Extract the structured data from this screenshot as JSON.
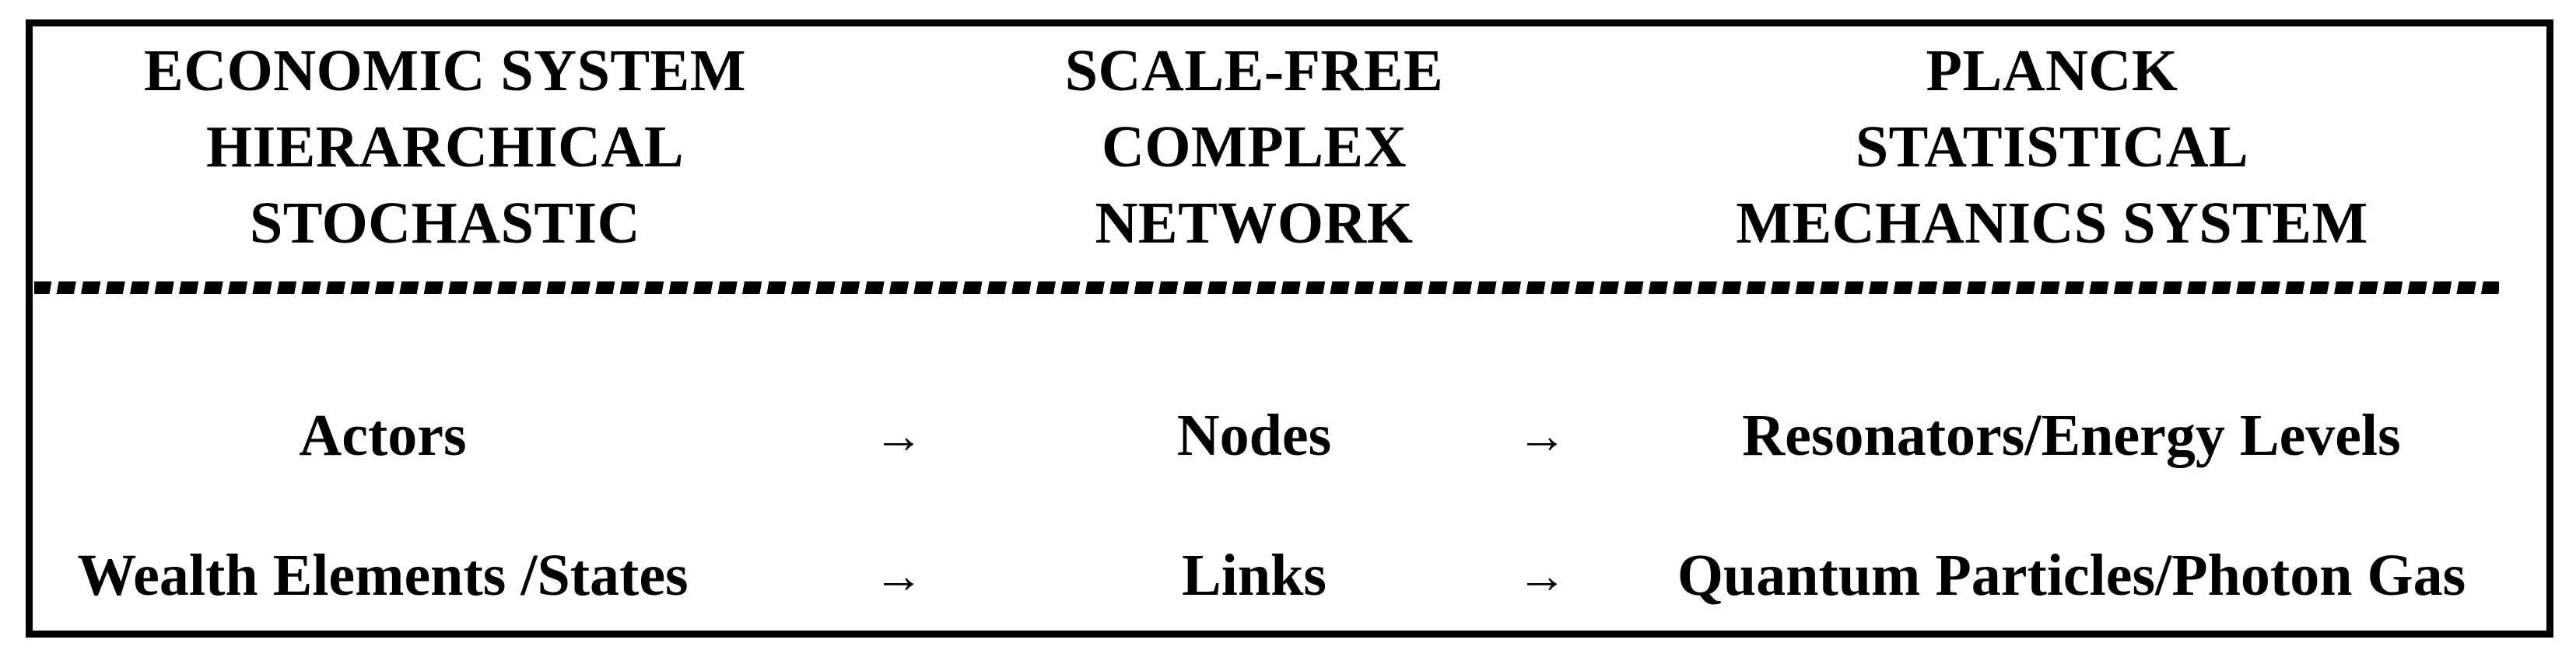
{
  "table": {
    "arrow": "→",
    "colors": {
      "ink": "#000000",
      "background": "#ffffff"
    },
    "columns": [
      {
        "lines": [
          "ECONOMIC SYSTEM",
          "HIERARCHICAL",
          "STOCHASTIC"
        ]
      },
      {
        "lines": [
          "SCALE-FREE",
          "COMPLEX",
          "NETWORK"
        ]
      },
      {
        "lines": [
          "PLANCK",
          "STATISTICAL",
          "MECHANICS SYSTEM"
        ]
      }
    ],
    "rows": [
      {
        "cells": [
          "Actors",
          "Nodes",
          "Resonators/Energy Levels"
        ]
      },
      {
        "cells": [
          "Wealth Elements /States",
          "Links",
          "Quantum Particles/Photon Gas"
        ]
      }
    ]
  }
}
